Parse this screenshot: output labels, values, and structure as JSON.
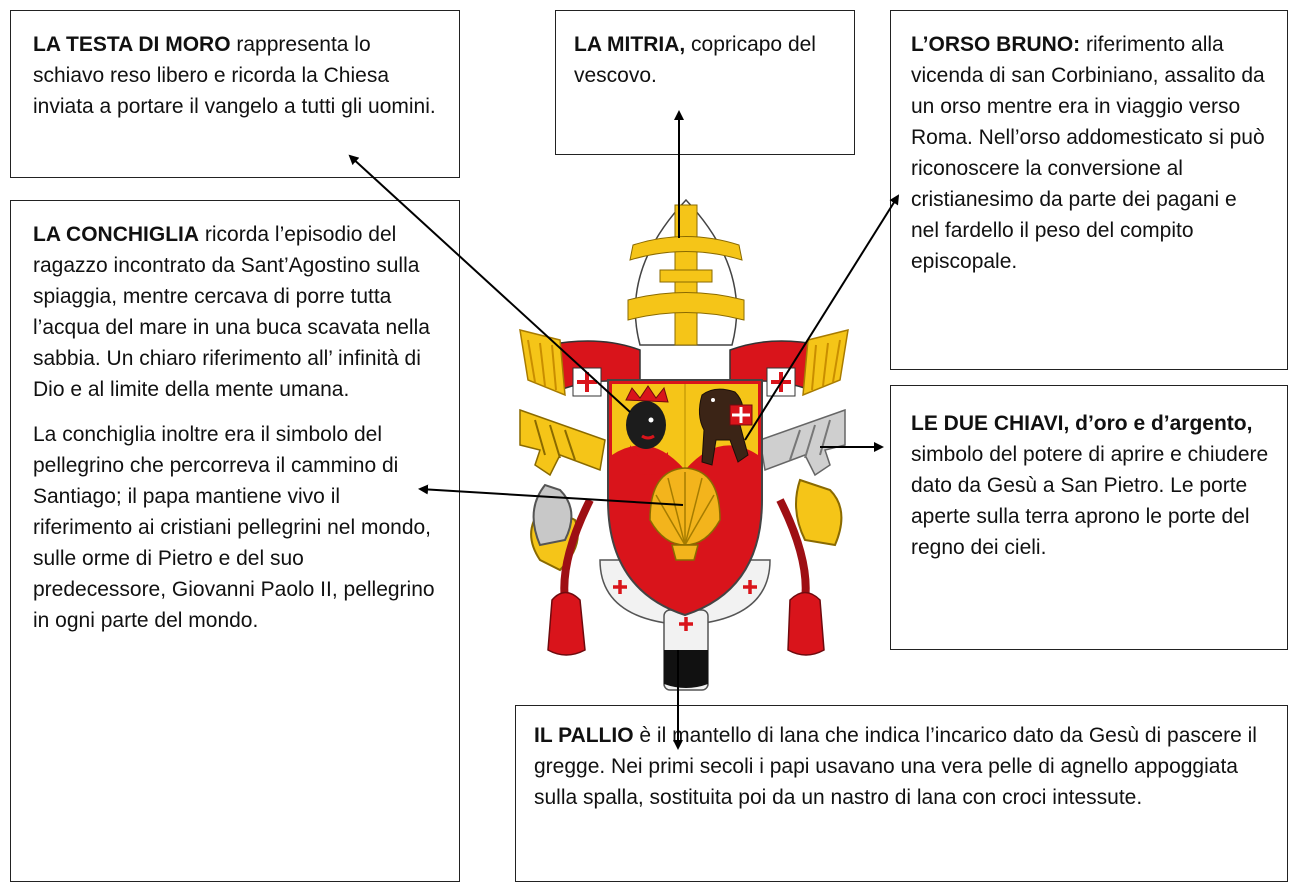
{
  "boxes": {
    "testa": {
      "title": "LA TESTA DI MORO",
      "text": " rappresenta lo schiavo reso libero e ricorda la Chiesa inviata a portare il vangelo a tutti gli uomini."
    },
    "mitria": {
      "title": "LA MITRIA,",
      "text": " copricapo del vescovo."
    },
    "orso": {
      "title": "L’ORSO BRUNO:",
      "text": " riferimento alla vicenda di san Corbiniano, assalito da un orso mentre era in viaggio verso Roma. Nell’orso addomesticato si può riconoscere la conversione al cristianesimo da parte dei pagani e nel fardello il peso del compito episcopale."
    },
    "conchiglia": {
      "title": "LA CONCHIGLIA",
      "text": " ricorda l’episodio del ragazzo incontrato da Sant’Agostino sulla spiaggia, mentre cercava di porre tutta l’acqua del mare in una buca scavata nella sabbia. Un chiaro riferimento all’ infinità di Dio e al limite della mente umana.",
      "text2": "La conchiglia inoltre era il simbolo del pellegrino che percorreva il cammino di Santiago; il papa mantiene vivo il riferimento ai cristiani pellegrini nel mondo, sulle orme di Pietro e del suo predecessore, Giovanni Paolo II, pellegrino in ogni parte del mondo."
    },
    "chiavi": {
      "title": "LE DUE CHIAVI, d’oro e d’argento,",
      "text": " simbolo del potere di aprire e chiudere dato da Gesù a San Pietro. Le porte aperte sulla terra aprono le porte del regno dei cieli."
    },
    "pallio": {
      "title": "IL PALLIO",
      "text": " è il mantello di lana che indica l’incarico dato da Gesù di pascere il gregge. Nei primi secoli i papi usavano una vera pelle di agnello appoggiata sulla spalla, sostituita poi da un nastro di lana con croci intessute."
    }
  },
  "colors": {
    "gold": "#f5c518",
    "red": "#d9141b",
    "dark_red": "#9e0f14",
    "silver": "#c8c8c8",
    "bear": "#3b2416",
    "shell": "#f3b41c"
  }
}
